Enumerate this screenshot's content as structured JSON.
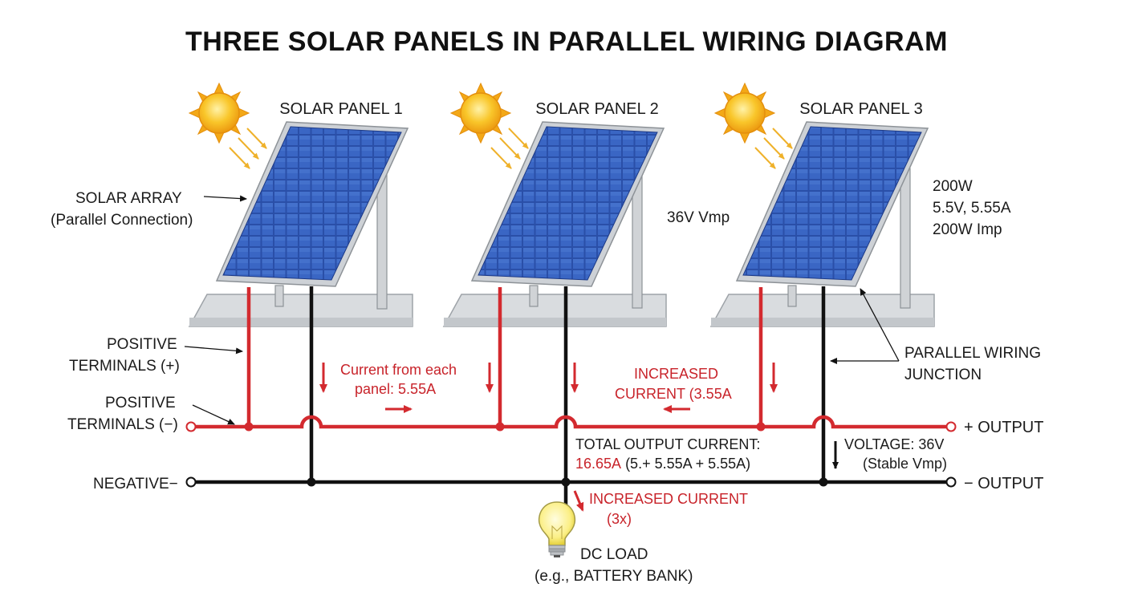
{
  "title": "THREE SOLAR PANELS IN PARALLEL WIRING DIAGRAM",
  "panels": [
    {
      "label": "SOLAR PANEL 1"
    },
    {
      "label": "SOLAR PANEL 2"
    },
    {
      "label": "SOLAR PANEL 3"
    }
  ],
  "annotations": {
    "solar_array_1": "SOLAR ARRAY",
    "solar_array_2": "(Parallel Connection)",
    "vmp_mid": "36V Vmp",
    "spec_1": "200W",
    "spec_2": "5.5V, 5.55A",
    "spec_3": "200W Imp",
    "pos_terminals_1": "POSITIVE",
    "pos_terminals_2": "TERMINALS (+)",
    "neg_terminals_1": "POSITIVE",
    "neg_terminals_2": "TERMINALS (−)",
    "negative": "NEGATIVE−",
    "current_each_1": "Current from each",
    "current_each_2": "panel: 5.55A",
    "increased_1": "INCREASED",
    "increased_2": "CURRENT (3.55A",
    "junction_1": "PARALLEL WIRING",
    "junction_2": "JUNCTION",
    "plus_output": "+ OUTPUT",
    "minus_output": "− OUTPUT",
    "total_1": "TOTAL OUTPUT CURRENT:",
    "total_2_red": "16.65A",
    "total_2_black": "(5.+ 5.55A + 5.55A)",
    "voltage_1": "VOLTAGE: 36V",
    "voltage_2": "(Stable Vmp)",
    "inc_load_1": "INCREASED CURRENT",
    "inc_load_2": "(3x)",
    "dc_load_1": "DC LOAD",
    "dc_load_2": "(e.g., BATTERY BANK)"
  },
  "colors": {
    "positive_wire": "#d32a2f",
    "negative_wire": "#111111",
    "panel_cell": "#2d56b3",
    "frame": "#c9ccd1",
    "sun": "#f6b91b"
  }
}
